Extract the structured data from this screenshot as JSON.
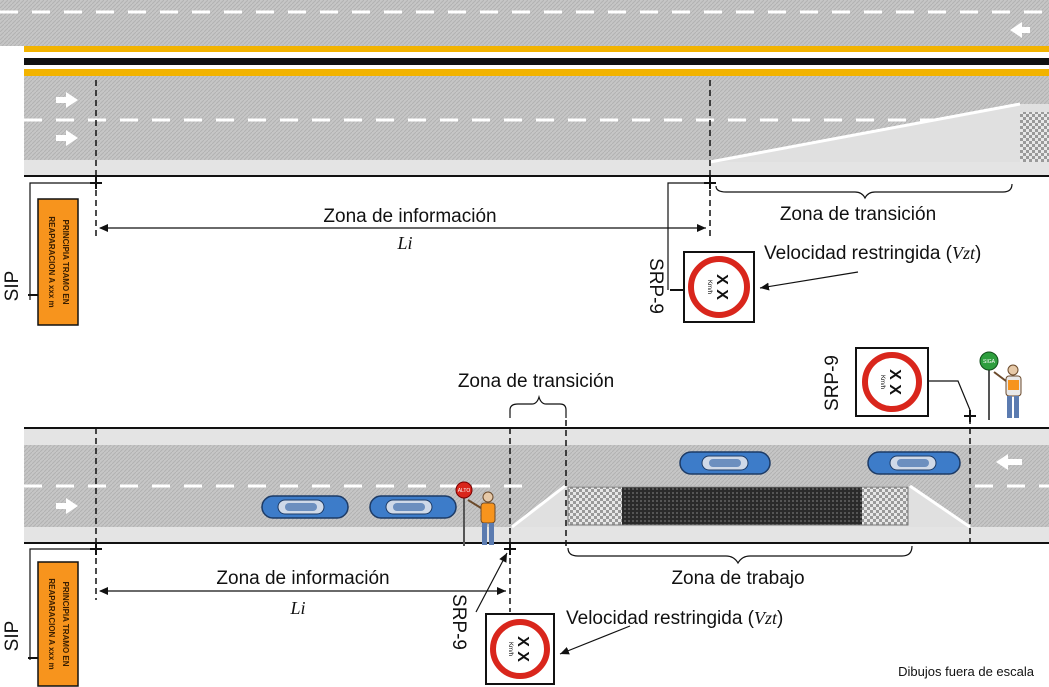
{
  "top_scheme": {
    "zona_informacion": "Zona de información",
    "li": "Li",
    "zona_transicion": "Zona de transición",
    "velocidad_label": "Velocidad restringida (",
    "vzt": "Vzt",
    "close_paren": ")",
    "sip_code": "SIP",
    "srp_code": "SRP-9",
    "sip_line1": "PRINCIPIA TRAMO EN",
    "sip_line2": "REAPARACION A xxx m",
    "speed_value": "X X",
    "speed_unit": "Km/h"
  },
  "bottom_scheme": {
    "zona_transicion": "Zona de transición",
    "zona_informacion": "Zona de información",
    "li": "Li",
    "zona_trabajo": "Zona de trabajo",
    "velocidad_label": "Velocidad restringida (",
    "vzt": "Vzt",
    "close_paren": ")",
    "sip_code": "SIP",
    "srp_code_left": "SRP-9",
    "srp_code_right": "SRP-9",
    "sip_line1": "PRINCIPIA TRAMO EN",
    "sip_line2": "REAPARACION A xxx m",
    "speed_value": "X X",
    "speed_unit": "Km/h",
    "stop_text": "ALTO",
    "go_text": "SIGA"
  },
  "footer_note": "Dibujos fuera de escala",
  "colors": {
    "road": "#c8c8c8",
    "road_dark": "#b5b5b5",
    "yellow_line": "#f2b300",
    "sign_orange": "#f7941d",
    "sign_red": "#d9261c",
    "car_blue": "#3d7cc9"
  }
}
